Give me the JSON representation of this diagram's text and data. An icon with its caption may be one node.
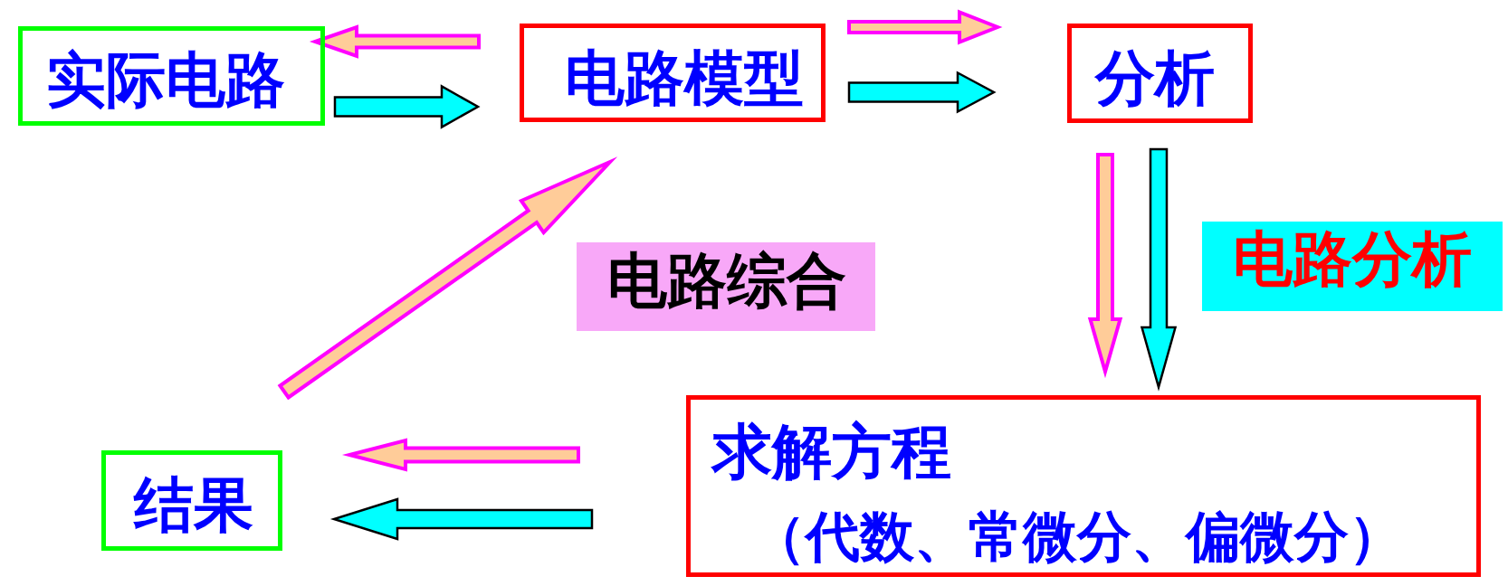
{
  "diagram": {
    "nodes": [
      {
        "text": [
          "实际电路"
        ]
      },
      {
        "text": [
          "电路模型"
        ]
      },
      {
        "text": [
          "分析"
        ]
      },
      {
        "text": [
          "电路综合"
        ]
      },
      {
        "text": [
          "电路分析"
        ]
      },
      {
        "text": [
          "求解方程",
          "（代数、常微分、偏微分）"
        ]
      },
      {
        "text": [
          "结果"
        ]
      }
    ],
    "edges": [
      {
        "from": 1,
        "to": 0,
        "arrow": "to"
      },
      {
        "from": 0,
        "to": 1,
        "arrow": "to",
        "color": "#00ffff"
      },
      {
        "from": 1,
        "to": 2,
        "arrow": "to"
      },
      {
        "from": 1,
        "to": 2,
        "arrow": "to",
        "color": "#00ffff"
      },
      {
        "from": 2,
        "to": 5,
        "arrow": "to"
      },
      {
        "from": 2,
        "to": 5,
        "arrow": "to",
        "color": "#00ffff"
      },
      {
        "from": 5,
        "to": 6,
        "arrow": "to"
      },
      {
        "from": 5,
        "to": 6,
        "arrow": "to",
        "color": "#00ffff"
      },
      {
        "from": 6,
        "to": 1,
        "arrow": "to"
      }
    ]
  }
}
